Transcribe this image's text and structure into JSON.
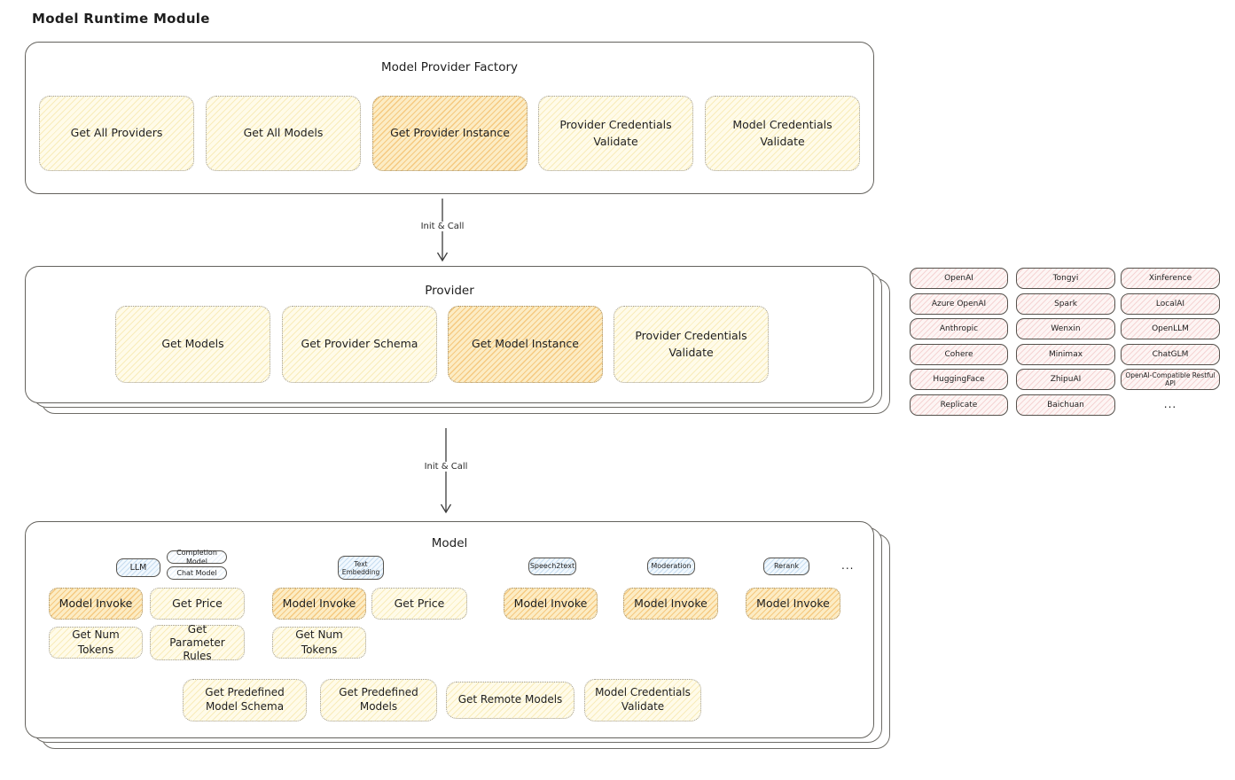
{
  "diagram_title": "Model Runtime Module",
  "colors": {
    "yellow_fill": "#fffbe9",
    "orange_fill": "#fcecc4",
    "orange_stripe": "#eea63c",
    "pink_fill": "#fdf5f4",
    "pink_stripe": "#e69696",
    "blue_fill": "#f1f8fe",
    "blue_stripe": "#78aad7",
    "ink": "#1e1e1e"
  },
  "factory": {
    "title": "Model Provider Factory",
    "buttons": [
      {
        "label": "Get All Providers",
        "highlighted": false
      },
      {
        "label": "Get All Models",
        "highlighted": false
      },
      {
        "label": "Get Provider Instance",
        "highlighted": true
      },
      {
        "label": "Provider Credentials Validate",
        "highlighted": false
      },
      {
        "label": "Model Credentials Validate",
        "highlighted": false
      }
    ]
  },
  "arrow1": {
    "label": "Init & Call"
  },
  "arrow2": {
    "label": "Init & Call"
  },
  "provider": {
    "title": "Provider",
    "buttons": [
      {
        "label": "Get Models",
        "highlighted": false
      },
      {
        "label": "Get Provider Schema",
        "highlighted": false
      },
      {
        "label": "Get Model Instance",
        "highlighted": true
      },
      {
        "label": "Provider Credentials Validate",
        "highlighted": false
      }
    ]
  },
  "providers_panel": {
    "columns": [
      [
        "OpenAI",
        "Azure OpenAI",
        "Anthropic",
        "Cohere",
        "HuggingFace",
        "Replicate"
      ],
      [
        "Tongyi",
        "Spark",
        "Wenxin",
        "Minimax",
        "ZhipuAI",
        "Baichuan"
      ],
      [
        "Xinference",
        "LocalAI",
        "OpenLLM",
        "ChatGLM",
        "OpenAI-Compatible Restful API"
      ]
    ],
    "more_label": "..."
  },
  "model": {
    "title": "Model",
    "tabs": {
      "llm": "LLM",
      "completion": "Completion Model",
      "chat": "Chat Model",
      "text_embedding": "Text Embedding",
      "speech2text": "Speech2text",
      "moderation": "Moderation",
      "rerank": "Rerank",
      "more": "..."
    },
    "chips": {
      "model_invoke": "Model Invoke",
      "get_price": "Get Price",
      "get_num_tokens": "Get Num Tokens",
      "get_parameter_rules": "Get Parameter Rules"
    },
    "bottom": [
      "Get Predefined Model Schema",
      "Get Predefined Models",
      "Get Remote Models",
      "Model Credentials Validate"
    ]
  }
}
